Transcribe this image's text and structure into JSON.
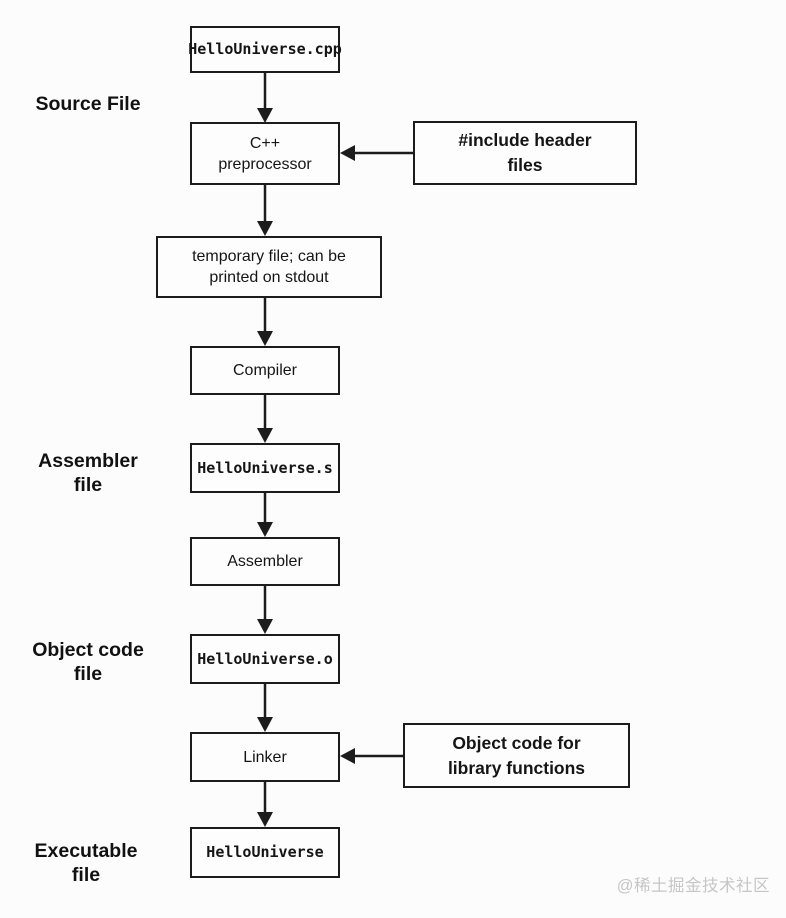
{
  "diagram": {
    "background": "#fcfcfc",
    "line_color": "#1c1c1c",
    "flow_nodes": [
      {
        "id": "source-file",
        "label": "HelloUniverse.cpp"
      },
      {
        "id": "preprocessor",
        "label": "C++\npreprocessor"
      },
      {
        "id": "temp-file",
        "label": "temporary file; can be\nprinted on stdout"
      },
      {
        "id": "compiler",
        "label": "Compiler"
      },
      {
        "id": "assembly-file",
        "label": "HelloUniverse.s"
      },
      {
        "id": "assembler",
        "label": "Assembler"
      },
      {
        "id": "object-file",
        "label": "HelloUniverse.o"
      },
      {
        "id": "linker",
        "label": "Linker"
      },
      {
        "id": "executable",
        "label": "HelloUniverse"
      }
    ],
    "input_nodes": [
      {
        "id": "include-headers",
        "label": "#include header\nfiles",
        "target": "preprocessor"
      },
      {
        "id": "library-object-code",
        "label": "Object code for\nlibrary functions",
        "target": "linker"
      }
    ],
    "stage_labels": [
      {
        "id": "source-file-label",
        "label": "Source File"
      },
      {
        "id": "assembler-file-label",
        "label": "Assembler\nfile"
      },
      {
        "id": "object-code-file-label",
        "label": "Object code\nfile"
      },
      {
        "id": "executable-file-label",
        "label": "Executable\nfile"
      }
    ],
    "watermark": "@稀土掘金技术社区"
  }
}
